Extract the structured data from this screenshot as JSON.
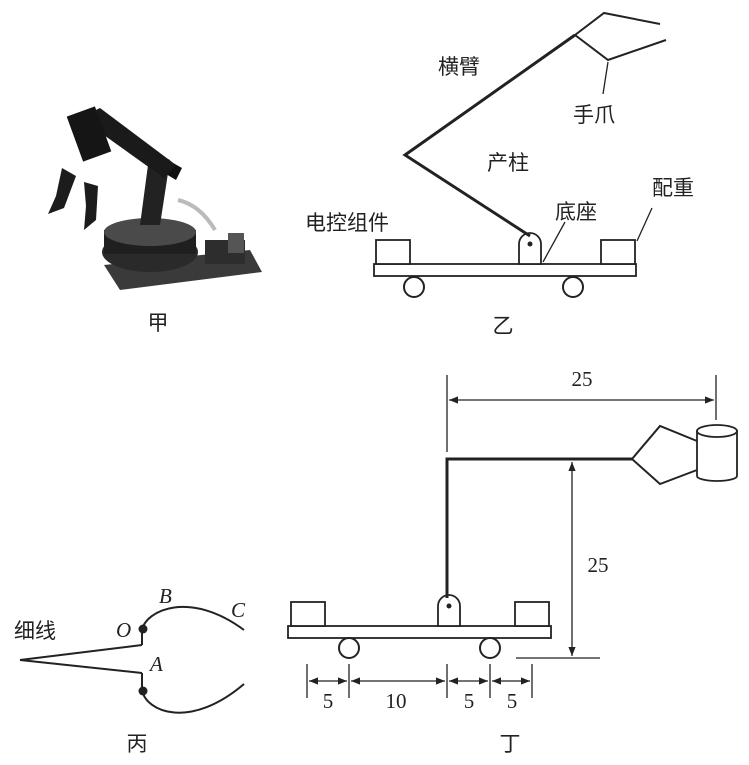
{
  "figures": {
    "jia": {
      "caption": "甲"
    },
    "yi": {
      "caption": "乙",
      "labels": {
        "arm": "横臂",
        "gripper": "手爪",
        "pillar": "产柱",
        "base": "底座",
        "counterweight": "配重",
        "control": "电控组件"
      }
    },
    "bing": {
      "caption": "丙",
      "labels": {
        "string": "细线",
        "O": "O",
        "B": "B",
        "C": "C",
        "A": "A"
      }
    },
    "ding": {
      "caption": "丁",
      "dims": {
        "top_width": "25",
        "height": "25",
        "seg1": "5",
        "seg2": "10",
        "seg3": "5",
        "seg4": "5"
      }
    }
  },
  "colors": {
    "ink": "#222222",
    "background": "#ffffff"
  }
}
